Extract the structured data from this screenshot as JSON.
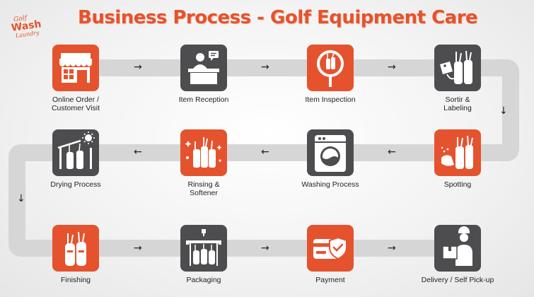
{
  "title": "Business Process - Golf Equipment Care",
  "logo": {
    "line1": "Golf",
    "line2": "Wash",
    "line3": "Laundry"
  },
  "colors": {
    "accent": "#e4532e",
    "dark_tile": "#4d4d4f",
    "path": "#d6d6d6"
  },
  "steps": [
    {
      "label": "Online Order /\nCustomer Visit",
      "icon": "storefront-icon",
      "tile": "orange"
    },
    {
      "label": "Item Reception",
      "icon": "reception-desk-icon",
      "tile": "dark"
    },
    {
      "label": "Item Inspection",
      "icon": "inspection-magnifier-icon",
      "tile": "orange"
    },
    {
      "label": "Sortir &\nLabeling",
      "icon": "golf-bag-label-icon",
      "tile": "dark"
    },
    {
      "label": "Spotting",
      "icon": "golf-bag-spray-icon",
      "tile": "orange"
    },
    {
      "label": "Washing Process",
      "icon": "washing-machine-icon",
      "tile": "dark"
    },
    {
      "label": "Rinsing &\nSoftener",
      "icon": "golf-bags-sparkle-icon",
      "tile": "orange"
    },
    {
      "label": "Drying Process",
      "icon": "golf-bags-sun-icon",
      "tile": "dark"
    },
    {
      "label": "Finishing",
      "icon": "golf-bag-icon",
      "tile": "orange"
    },
    {
      "label": "Packaging",
      "icon": "golf-bags-rack-icon",
      "tile": "dark"
    },
    {
      "label": "Payment",
      "icon": "payment-card-shield-icon",
      "tile": "orange"
    },
    {
      "label": "Delivery / Self Pick-up",
      "icon": "delivery-person-icon",
      "tile": "dark"
    }
  ],
  "arrows": {
    "right": "→",
    "left": "←",
    "down": "↓"
  }
}
